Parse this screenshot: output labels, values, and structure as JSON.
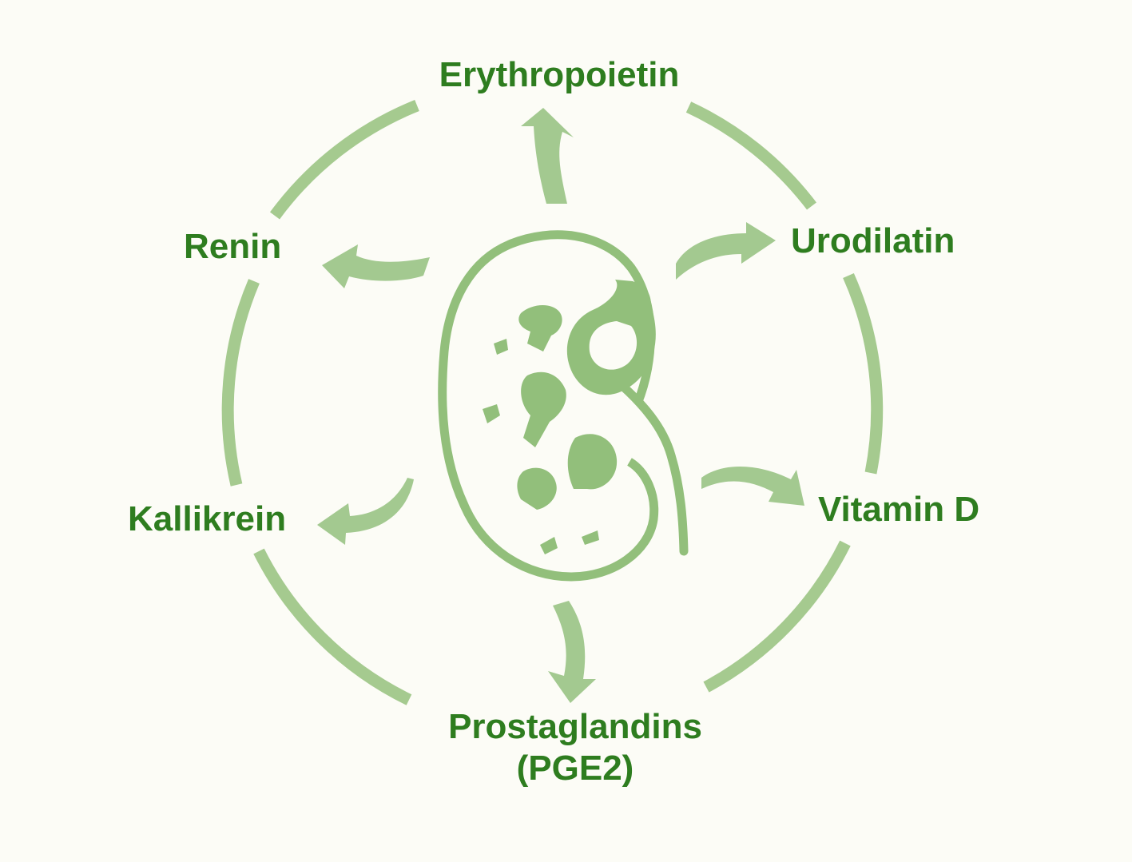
{
  "colors": {
    "background": "#fcfcf6",
    "label_text": "#2e7d1f",
    "ring": "#a5ca8f",
    "arrow": "#a3c990",
    "kidney": "#92bf7b"
  },
  "center_icon": "kidney-icon",
  "labels": {
    "erythropoietin": "Erythropoietin",
    "renin": "Renin",
    "urodilatin": "Urodilatin",
    "kallikrein": "Kallikrein",
    "vitamin_d": "Vitamin D",
    "prostaglandins_line1": "Prostaglandins",
    "prostaglandins_line2": "(PGE2)"
  }
}
